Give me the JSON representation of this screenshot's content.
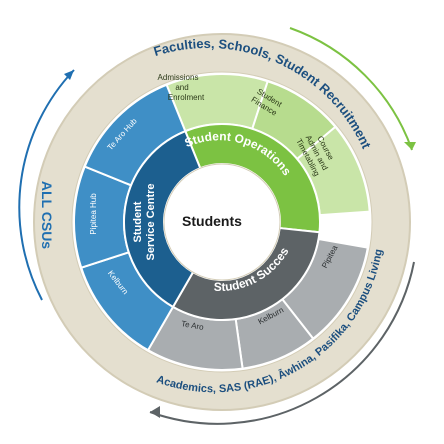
{
  "center": {
    "label": "Students"
  },
  "outer_left": {
    "label": "ALL CSUs"
  },
  "outer_top": {
    "label": "Faculties, Schools, Student Recruitment"
  },
  "outer_bottom": {
    "label": "Academics, SAS (RAE), Āwhina, Pasifika, Campus Living"
  },
  "ring_mid": {
    "operations": "Student Operations",
    "service_centre": "Student Service Centre",
    "success": "Student Success"
  },
  "ring_outer": {
    "admissions": [
      "Admissions",
      "and",
      "Enrolment"
    ],
    "finance": [
      "Student",
      "Finance"
    ],
    "course_admin": [
      "Course",
      "Admin and",
      "Timetabling"
    ],
    "te_aro_hub": "Te Aro Hub",
    "pipitea_hub": "Pipitea Hub",
    "kelburn_left": "Kelburn",
    "pipitea_right": "Pipitea",
    "kelburn_bottom": "Kelburn",
    "te_aro_bottom": "Te Aro"
  },
  "colors": {
    "ops_dark": "#7cc242",
    "ops_light": "#b7dc8e",
    "ops_lighter": "#c9e5a8",
    "service_dark": "#1c5f8f",
    "service_light": "#3f8fc6",
    "success_dark": "#5d6366",
    "success_light": "#a9adb0",
    "beige": "#e4dfcf",
    "beige_line": "#d3ccb6",
    "arrow_blue": "#1f6fb1",
    "arrow_green": "#7cc242",
    "arrow_gray": "#5d6366"
  }
}
